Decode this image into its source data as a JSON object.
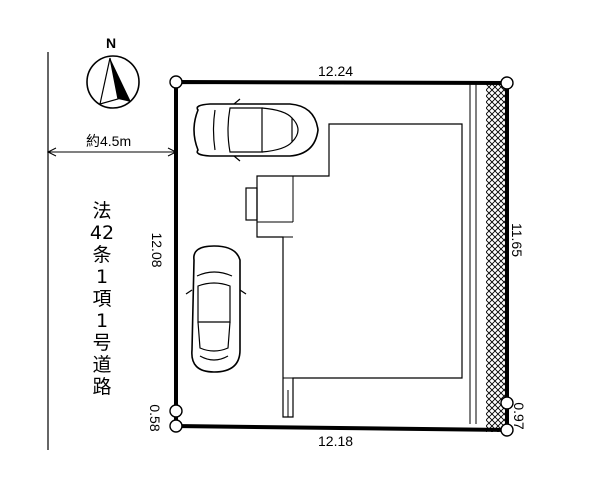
{
  "north_label": "N",
  "road_width_label": "約4.5m",
  "road_label_chars": [
    "法",
    "42",
    "条",
    "1",
    "項",
    "1",
    "号",
    "道",
    "路"
  ],
  "dimensions": {
    "top": "12.24",
    "bottom": "12.18",
    "left": "12.08",
    "right": "11.65",
    "bottom_left_corner": "0.58",
    "bottom_right_corner": "0.97"
  }
}
